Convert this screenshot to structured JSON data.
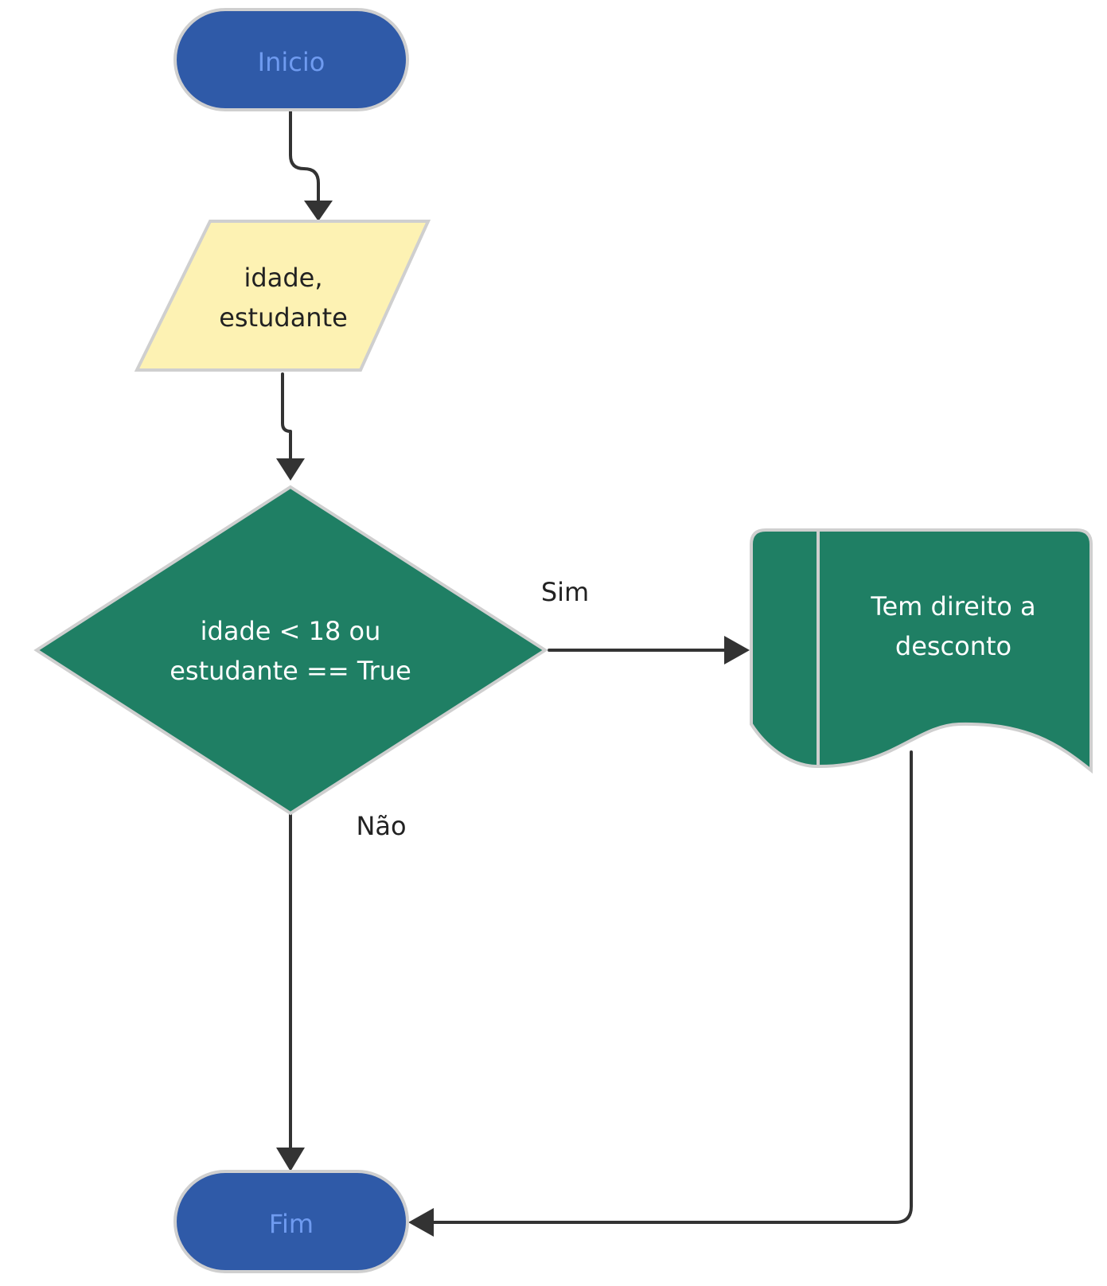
{
  "diagram": {
    "colors": {
      "terminal_fill": "#2f5aa8",
      "terminal_text": "#6f9bf0",
      "io_fill": "#fdf2b3",
      "io_text": "#222222",
      "process_fill": "#1f7f64",
      "process_text": "#ffffff",
      "edge": "#333333",
      "border": "#cfcfcf"
    },
    "nodes": {
      "start": {
        "label": "Inicio",
        "shape": "terminal"
      },
      "input": {
        "lines": [
          "idade,",
          "estudante"
        ],
        "shape": "input-output"
      },
      "decision": {
        "lines": [
          "idade < 18 ou",
          "estudante == True"
        ],
        "shape": "decision"
      },
      "output": {
        "lines": [
          "Tem direito a",
          "desconto"
        ],
        "shape": "document"
      },
      "end": {
        "label": "Fim",
        "shape": "terminal"
      }
    },
    "edges": {
      "yes_label": "Sim",
      "no_label": "Não"
    }
  }
}
